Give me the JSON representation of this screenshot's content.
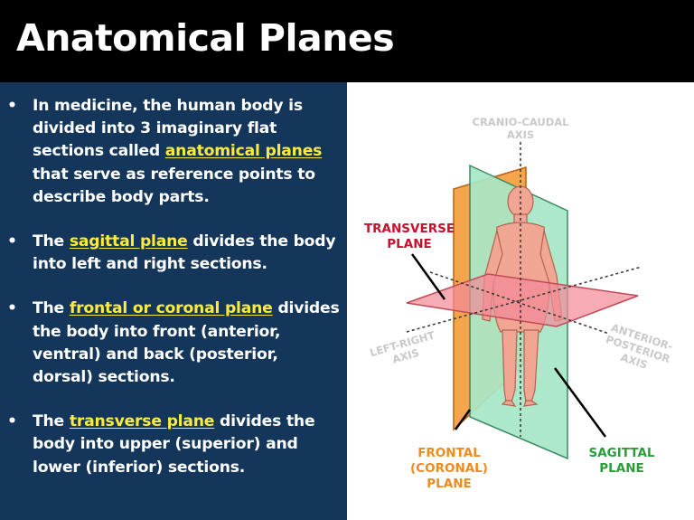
{
  "title": "Anatomical Planes",
  "bullets": [
    {
      "pre": "In medicine, the human body is divided into 3 imaginary flat sections called ",
      "highlight": "anatomical planes",
      "post": " that serve as reference points to describe body parts."
    },
    {
      "pre": "The ",
      "highlight": "sagittal plane",
      "post": " divides the body into left and right sections."
    },
    {
      "pre": "The ",
      "highlight": "frontal or coronal plane",
      "post": " divides the body into front (anterior, ventral) and back (posterior, dorsal) sections."
    },
    {
      "pre": "The ",
      "highlight": "transverse plane",
      "post": " divides the body into upper (superior) and lower (inferior) sections."
    }
  ],
  "diagram": {
    "cranio_caudal_axis": "CRANIO-CAUDAL\nAXIS",
    "transverse_plane": "TRANSVERSE\nPLANE",
    "left_right_axis": "LEFT-RIGHT\nAXIS",
    "anterior_posterior_axis": "ANTERIOR-\nPOSTERIOR\nAXIS",
    "frontal_plane": "FRONTAL\n(CORONAL)\nPLANE",
    "sagittal_plane": "SAGITTAL\nPLANE"
  },
  "colors": {
    "title_bg": "#000000",
    "panel_bg": "#13365a",
    "highlight": "#ffeb3b",
    "transverse": "#c8102e",
    "frontal": "#f08a1d",
    "sagittal": "#2a9d3a",
    "axis_label": "#c9c9c9"
  }
}
